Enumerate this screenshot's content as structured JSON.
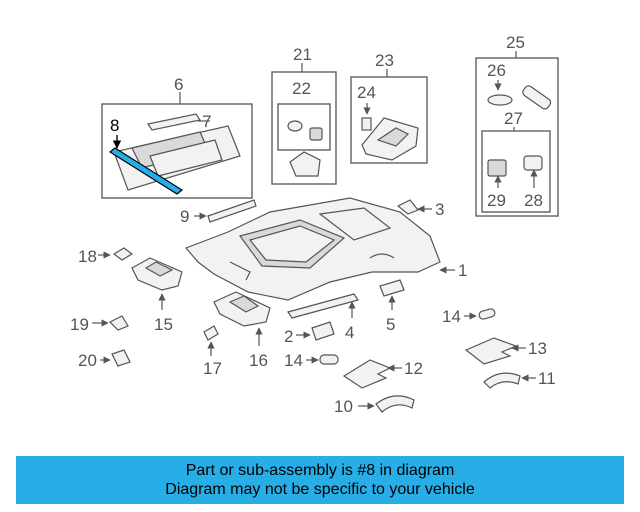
{
  "callouts": {
    "n1": "1",
    "n2": "2",
    "n3": "3",
    "n4": "4",
    "n5": "5",
    "n6": "6",
    "n7": "7",
    "n8": "8",
    "n9": "9",
    "n10": "10",
    "n11": "11",
    "n12": "12",
    "n13": "13",
    "n14a": "14",
    "n14b": "14",
    "n15": "15",
    "n16": "16",
    "n17": "17",
    "n18": "18",
    "n19": "19",
    "n20": "20",
    "n21": "21",
    "n22": "22",
    "n23": "23",
    "n24": "24",
    "n25": "25",
    "n26": "26",
    "n27": "27",
    "n28": "28",
    "n29": "29"
  },
  "banner": {
    "line1": "Part or sub-assembly is #8 in diagram",
    "line2": "Diagram may not be specific to your vehicle"
  },
  "colors": {
    "highlight": "#27aee6",
    "line": "#555555"
  }
}
